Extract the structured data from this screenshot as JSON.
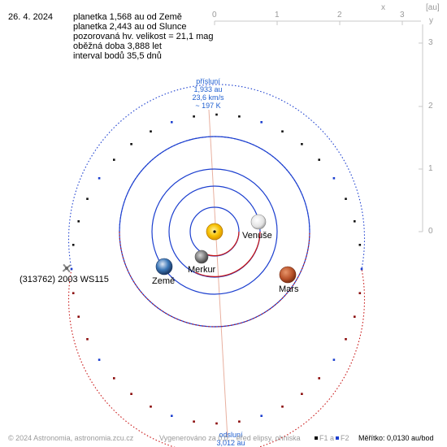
{
  "header": {
    "date": "26. 4. 2024",
    "lines": [
      "planetka 1,568 au od Země",
      "planetka 2,443 au od Slunce",
      "pozorovaná hv. velikost = 21,1 mag",
      "oběžná doba 3,888 let",
      "interval bodů 35,5 dnů"
    ]
  },
  "axes": {
    "top_unit": "[au]",
    "top_x_letter": "x",
    "top_ticks": [
      "0",
      "1",
      "2",
      "3"
    ],
    "right_y_letter": "y",
    "right_ticks": [
      "3",
      "2",
      "1",
      "0"
    ]
  },
  "perihelion": {
    "title": "přísluní",
    "distance": "1,933 au",
    "speed": "23,6 km/s",
    "temperature": "~ 197 K"
  },
  "aphelion": {
    "title": "odsluní",
    "distance": "3,012 au"
  },
  "bodies": {
    "venus": "Venuše",
    "mercury": "Merkur",
    "earth": "Země",
    "mars": "Mars",
    "asteroid": "(313762) 2003 WS115"
  },
  "footer": {
    "copyright": "© 2024 Astronomia, astronomia.zcu.cz",
    "generated": "Vygenerováno za 0,0... ěřed elipsy, ohniska",
    "f1_label": "F1 a",
    "f2_label": "F2",
    "scale": "Měřítko: 0,0130 au/bod"
  },
  "colors": {
    "planet_orbit": "#1c3fcf",
    "asteroid_above": "#1c3fcf",
    "asteroid_below": "#c81414",
    "apsides_line": "#e8b0a0",
    "sun": "#f6c000",
    "mars": "#b8522a"
  }
}
